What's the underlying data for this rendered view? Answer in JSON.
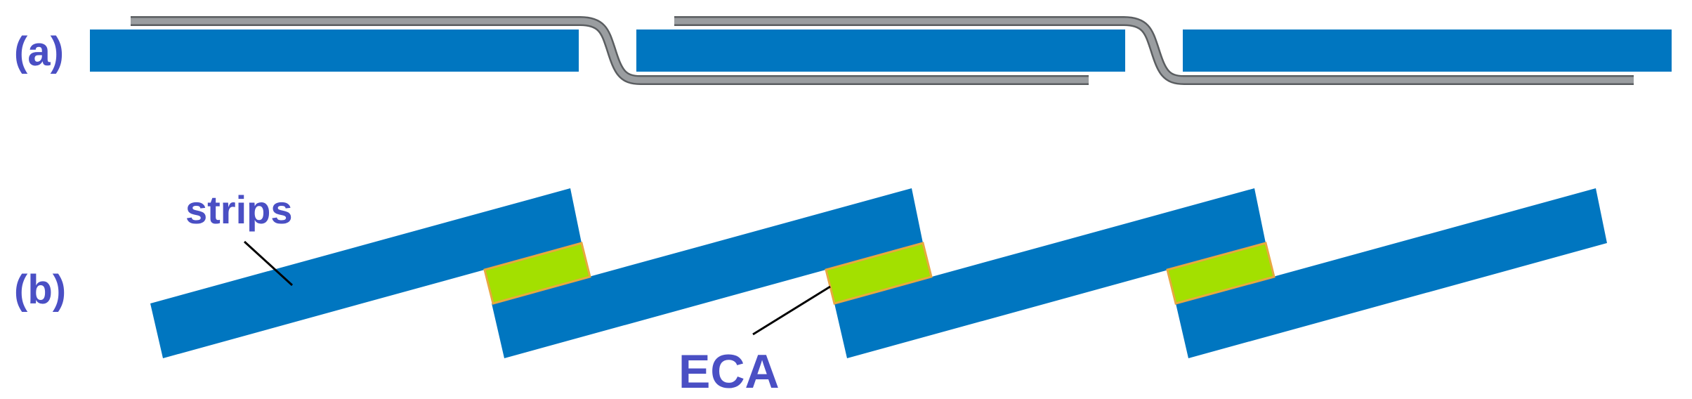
{
  "labels": {
    "panel_a": "(a)",
    "panel_b": "(b)",
    "strips": "strips",
    "eca": "ECA"
  },
  "colors": {
    "strip": "#0076c0",
    "ribbon": "#8f9294",
    "ribbon_outline": "#5a5d60",
    "eca_fill": "#a3e000",
    "eca_outline": "#e8a840",
    "label_text": "#4a4fc4",
    "leader_line": "#000000"
  }
}
